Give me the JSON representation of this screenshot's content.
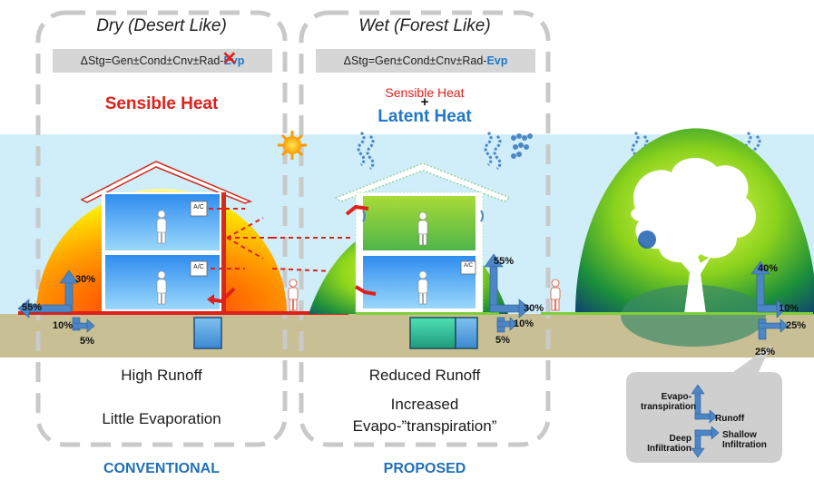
{
  "panels": {
    "dry": {
      "title": "Dry (Desert Like)",
      "equation_prefix": "ΔStg=Gen±Cond±Cnv±Rad-",
      "equation_evp": "Evp",
      "heat_label": "Sensible Heat",
      "caption_1": "High Runoff",
      "caption_2": "Little Evaporation",
      "bottom_label": "CONVENTIONAL",
      "percent_left": "55%",
      "percent_up": "30%",
      "percent_infil": "10%",
      "percent_deep": "5%"
    },
    "wet": {
      "title": "Wet (Forest Like)",
      "equation_prefix": "ΔStg=Gen±Cond±Cnv±Rad-",
      "equation_evp": "Evp",
      "heat_label_small": "Sensible Heat",
      "plus": "+",
      "heat_label_latent": "Latent Heat",
      "caption_1": "Reduced Runoff",
      "caption_2": "Increased",
      "caption_3": "Evapo-”transpiration”",
      "bottom_label": "PROPOSED",
      "percent_up": "55%",
      "percent_right": "30%",
      "percent_infil": "10%",
      "percent_deep": "5%"
    },
    "forest": {
      "percent_up": "40%",
      "percent_right": "10%",
      "percent_infil": "25%",
      "percent_deep": "25%"
    }
  },
  "ac_label": "A/C",
  "legend": {
    "evapo": "Evapo-\ntranspiration",
    "runoff": "Runoff",
    "deep": "Deep\nInfiltration",
    "shallow": "Shallow\nInfiltration"
  },
  "colors": {
    "sensible_red": "#e0201b",
    "latent_blue": "#1f78c8",
    "sky": "#cfeefa",
    "ground": "#c8bf95",
    "arrow_blue": "#4d86c6"
  }
}
